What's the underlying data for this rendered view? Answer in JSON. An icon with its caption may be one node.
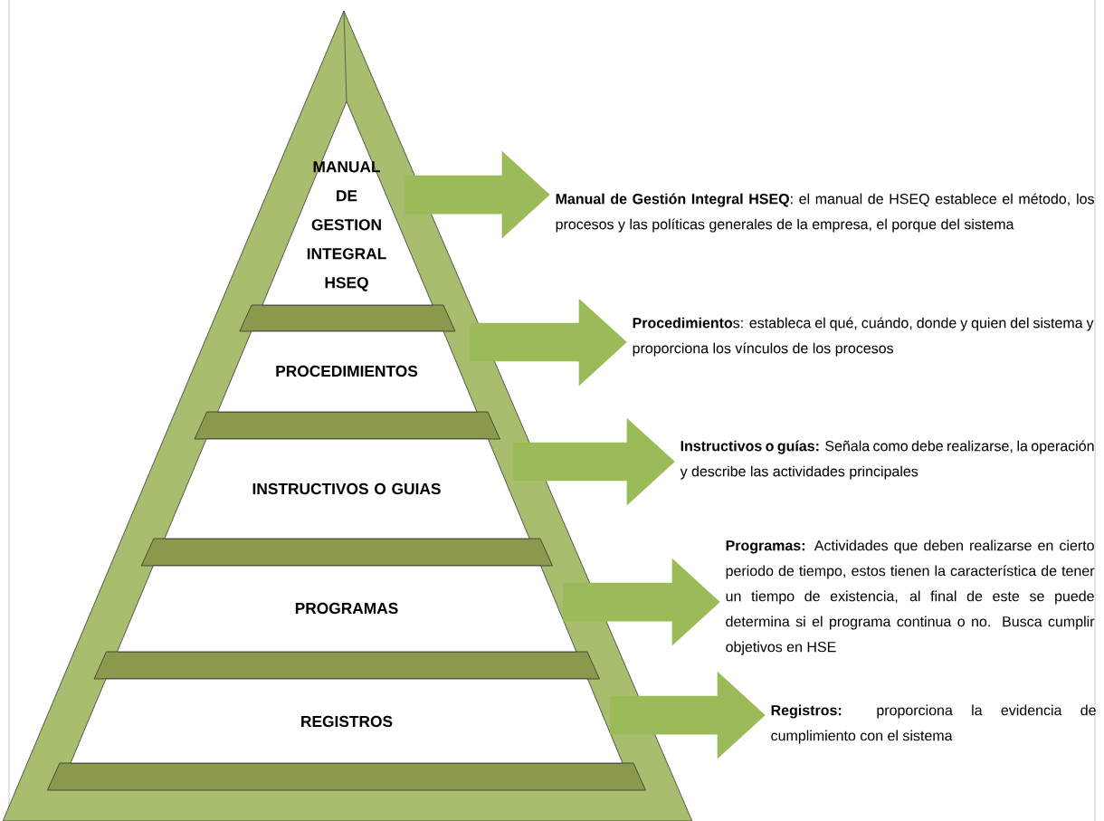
{
  "diagram": {
    "nodes": [
      {
        "text": [
          "MANUAL DE GESTION INTEGRAL HSEQ"
        ]
      },
      {
        "text": [
          "PROCEDIMIENTOS"
        ]
      },
      {
        "text": [
          "INSTRUCTIVOS O GUIAS"
        ]
      },
      {
        "text": [
          "PROGRAMAS"
        ]
      },
      {
        "text": [
          "REGISTROS"
        ]
      },
      {
        "text": [
          "**Manual de Gestión Integral HSEQ**: el manual de HSEQ establece el método, los procesos y las políticas generales de la empresa, el porque del sistema"
        ]
      },
      {
        "text": [
          "**Procedimiento**s: estableca el qué, cuándo, donde y quien del sistema y proporciona los vínculos de los procesos"
        ]
      },
      {
        "text": [
          "**Instructivos o guías:** Señala como debe realizarse, la operación y describe las actividades principales"
        ]
      },
      {
        "text": [
          "**Programas:** Actividades que deben realizarse en cierto periodo de tiempo, estos tienen la característica de tener un tiempo de existencia, al final de este se puede determina si el programa continua o no. Busca cumplir objetivos en HSE"
        ]
      },
      {
        "text": [
          "**Registros:** proporciona la evidencia de cumplimiento con el sistema"
        ]
      }
    ],
    "edges": [
      {
        "from": 0,
        "to": 5,
        "arrow": "to"
      },
      {
        "from": 1,
        "to": 6,
        "arrow": "to"
      },
      {
        "from": 2,
        "to": 7,
        "arrow": "to"
      },
      {
        "from": 3,
        "to": 8,
        "arrow": "to"
      },
      {
        "from": 4,
        "to": 9,
        "arrow": "to"
      }
    ]
  }
}
